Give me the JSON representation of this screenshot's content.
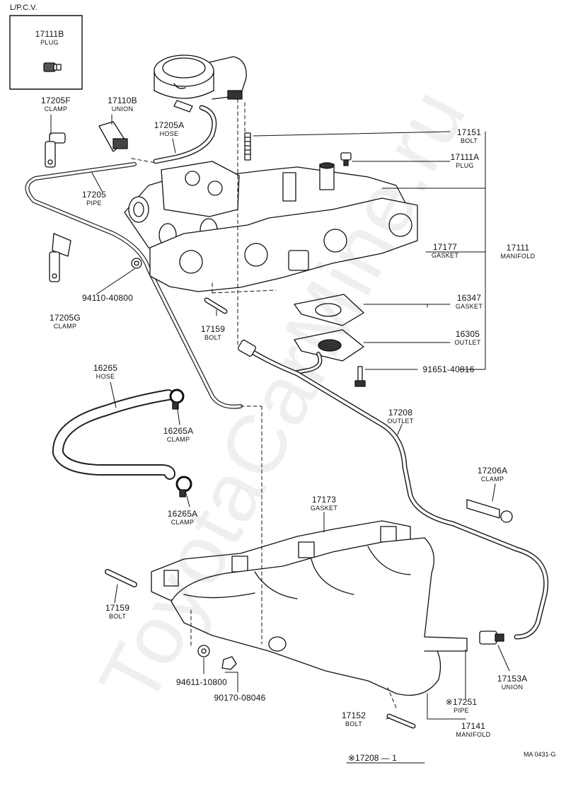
{
  "header": {
    "pcv_title": "L/P.C.V."
  },
  "watermark": "ToyotaCarMine.ru",
  "footer": {
    "note": "※17208 — 1",
    "code": "MA 0431-G"
  },
  "parts": [
    {
      "id": "p-17111b",
      "number": "17111B",
      "name": "PLUG"
    },
    {
      "id": "p-17205f",
      "number": "17205F",
      "name": "CLAMP"
    },
    {
      "id": "p-17110b",
      "number": "17110B",
      "name": "UNION"
    },
    {
      "id": "p-17205a",
      "number": "17205A",
      "name": "HOSE"
    },
    {
      "id": "p-17205",
      "number": "17205",
      "name": "PIPE"
    },
    {
      "id": "p-17151",
      "number": "17151",
      "name": "BOLT"
    },
    {
      "id": "p-17111a",
      "number": "17111A",
      "name": "PLUG"
    },
    {
      "id": "p-17177",
      "number": "17177",
      "name": "GASKET"
    },
    {
      "id": "p-17111",
      "number": "17111",
      "name": "MANIFOLD"
    },
    {
      "id": "p-94110",
      "number": "94110-40800",
      "name": ""
    },
    {
      "id": "p-17205g",
      "number": "17205G",
      "name": "CLAMP"
    },
    {
      "id": "p-16347",
      "number": "16347",
      "name": "GASKET"
    },
    {
      "id": "p-17159a",
      "number": "17159",
      "name": "BOLT"
    },
    {
      "id": "p-16305",
      "number": "16305",
      "name": "OUTLET"
    },
    {
      "id": "p-91651",
      "number": "91651-40816",
      "name": ""
    },
    {
      "id": "p-16265",
      "number": "16265",
      "name": "HOSE"
    },
    {
      "id": "p-16265a-1",
      "number": "16265A",
      "name": "CLAMP"
    },
    {
      "id": "p-17208",
      "number": "17208",
      "name": "OUTLET"
    },
    {
      "id": "p-17206a",
      "number": "17206A",
      "name": "CLAMP"
    },
    {
      "id": "p-16265a-2",
      "number": "16265A",
      "name": "CLAMP"
    },
    {
      "id": "p-17173",
      "number": "17173",
      "name": "GASKET"
    },
    {
      "id": "p-17159b",
      "number": "17159",
      "name": "BOLT"
    },
    {
      "id": "p-94611",
      "number": "94611-10800",
      "name": ""
    },
    {
      "id": "p-90170",
      "number": "90170-08046",
      "name": ""
    },
    {
      "id": "p-17153a",
      "number": "17153A",
      "name": "UNION"
    },
    {
      "id": "p-17251",
      "number": "※17251",
      "name": "PIPE"
    },
    {
      "id": "p-17152",
      "number": "17152",
      "name": "BOLT"
    },
    {
      "id": "p-17141",
      "number": "17141",
      "name": "MANIFOLD"
    }
  ]
}
